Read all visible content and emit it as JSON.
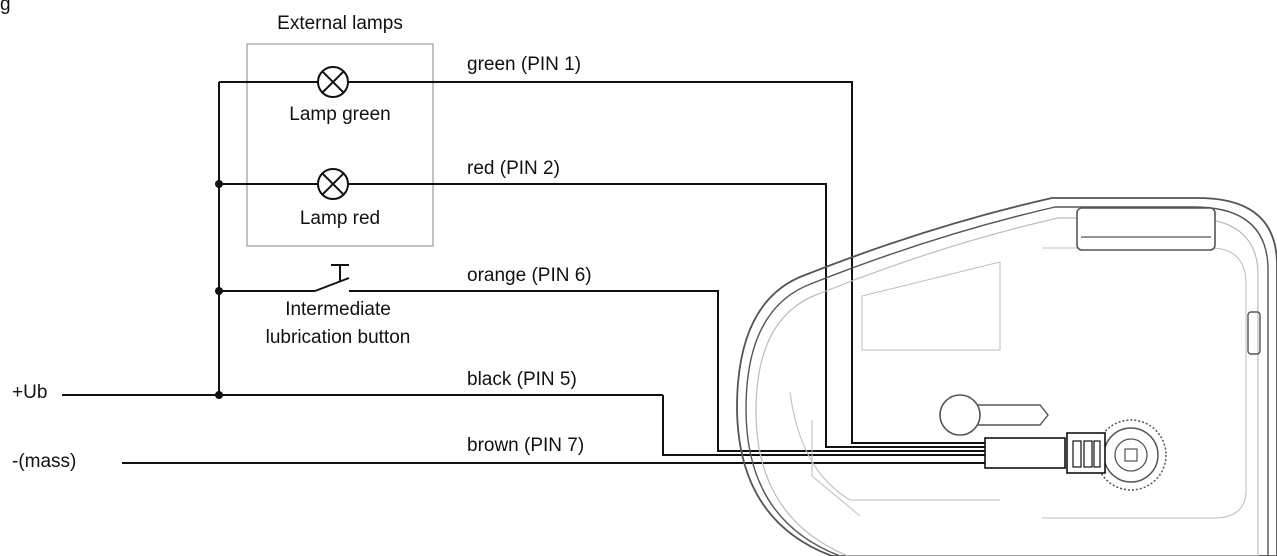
{
  "corner_fragment": "g",
  "external_lamps": {
    "title": "External lamps",
    "lamp_green": "Lamp green",
    "lamp_red": "Lamp red"
  },
  "button": {
    "line1": "Intermediate",
    "line2": "lubrication button"
  },
  "supply": {
    "positive": "+Ub",
    "negative": "-(mass)"
  },
  "wires": [
    {
      "label": "green (PIN 1)"
    },
    {
      "label": "red (PIN 2)"
    },
    {
      "label": "orange (PIN 6)"
    },
    {
      "label": "black (PIN 5)"
    },
    {
      "label": "brown (PIN 7)"
    }
  ],
  "colors": {
    "line": "#111111",
    "housing": "#555555",
    "housing_light": "#bdbdbd",
    "lamp_box": "#9a9a9a"
  }
}
